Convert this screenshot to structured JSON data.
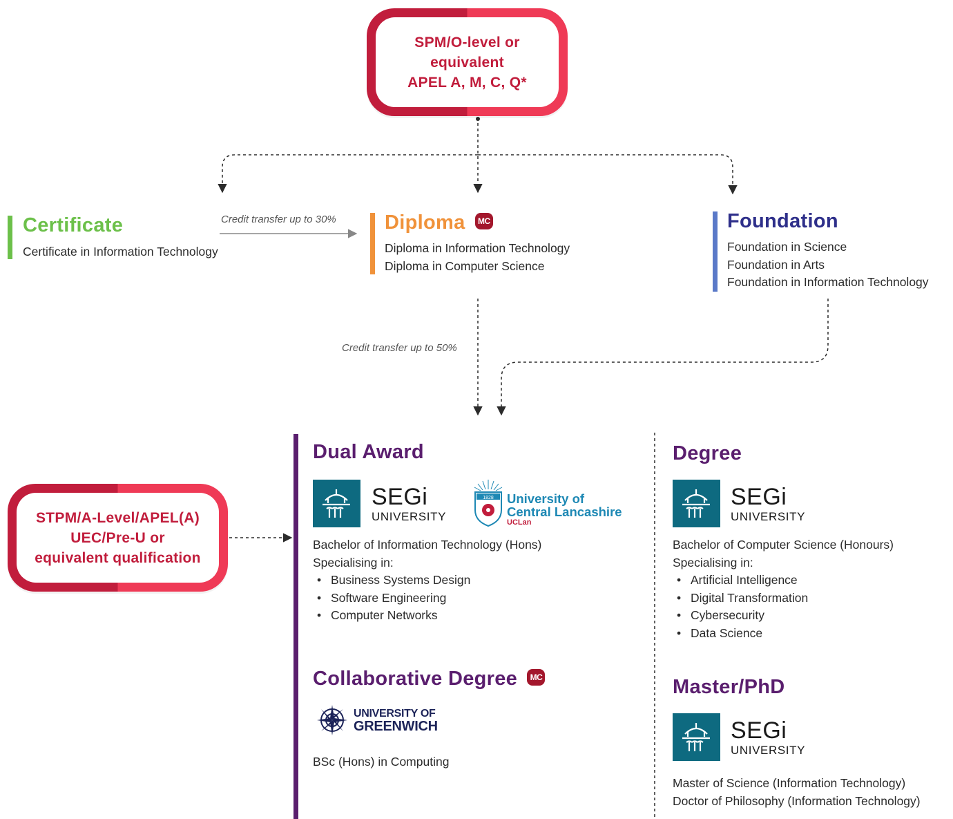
{
  "entry_top": {
    "lines": [
      "SPM/O-level or",
      "equivalent",
      "APEL A, M, C, Q*"
    ]
  },
  "entry_left": {
    "lines": [
      "STPM/A-Level/APEL(A)",
      "UEC/Pre-U or",
      "equivalent qualification"
    ]
  },
  "certificate": {
    "title": "Certificate",
    "programmes": [
      "Certificate in Information Technology"
    ]
  },
  "diploma": {
    "title": "Diploma",
    "badge": "MC",
    "programmes": [
      "Diploma in Information Technology",
      "Diploma in Computer Science"
    ]
  },
  "foundation": {
    "title": "Foundation",
    "programmes": [
      "Foundation in Science",
      "Foundation in Arts",
      "Foundation in Information Technology"
    ]
  },
  "transfers": {
    "cert_to_diploma": "Credit transfer up to 30%",
    "diploma_to_degree": "Credit transfer up to 50%"
  },
  "dual_award": {
    "title": "Dual Award",
    "segi": {
      "name": "SEGi",
      "sub": "UNIVERSITY"
    },
    "uclan": {
      "line1": "University of",
      "line2": "Central Lancashire",
      "short": "UCLan",
      "year": "1828"
    },
    "programme": "Bachelor of Information Technology (Hons)",
    "specialising": "Specialising in:",
    "specialisations": [
      "Business Systems Design",
      "Software Engineering",
      "Computer Networks"
    ]
  },
  "collaborative": {
    "title": "Collaborative Degree",
    "badge": "MC",
    "greenwich": {
      "line1": "UNIVERSITY OF",
      "line2": "GREENWICH"
    },
    "programme": "BSc (Hons) in Computing"
  },
  "degree": {
    "title": "Degree",
    "segi": {
      "name": "SEGi",
      "sub": "UNIVERSITY"
    },
    "programme": "Bachelor of Computer Science (Honours)",
    "specialising": "Specialising in:",
    "specialisations": [
      "Artificial Intelligence",
      "Digital Transformation",
      "Cybersecurity",
      "Data Science"
    ]
  },
  "postgrad": {
    "title": "Master/PhD",
    "segi": {
      "name": "SEGi",
      "sub": "UNIVERSITY"
    },
    "programmes": [
      "Master of Science (Information Technology)",
      "Doctor of Philosophy (Information Technology)"
    ]
  },
  "colors": {
    "entry_red": "#c11d3c",
    "entry_pink": "#ef3a56",
    "certificate": "#6cc04a",
    "diploma": "#f0923a",
    "foundation": "#2e2f8a",
    "foundation_bar": "#5a79c8",
    "degree_purple": "#5a1e6e",
    "segi_teal": "#0e6a80"
  },
  "icons": [
    "segi-logo-icon",
    "uclan-crest-icon",
    "greenwich-compass-icon",
    "arrow-down-icon",
    "arrow-right-icon"
  ]
}
